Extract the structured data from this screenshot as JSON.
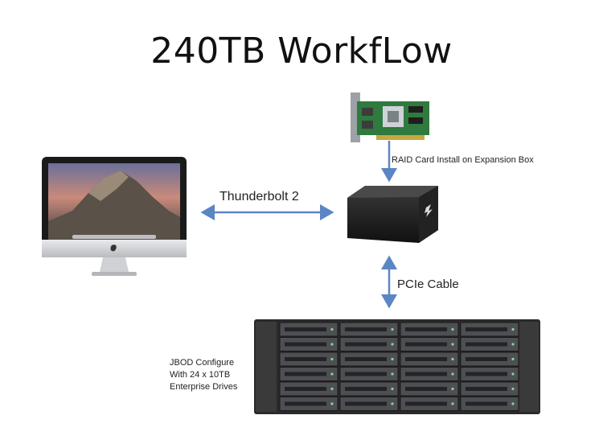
{
  "title": "240TB WorkfLow",
  "labels": {
    "thunderbolt": "Thunderbolt 2",
    "raid_card": "RAID Card Install on Expansion Box",
    "pcie": "PCIe Cable",
    "jbod_line1": "JBOD Configure",
    "jbod_line2": "With 24 x 10TB",
    "jbod_line3": "Enterprise Drives"
  },
  "colors": {
    "arrow": "#5b86c5",
    "pcb": "#2f7a3f",
    "box": "#1b1b1b",
    "chassis": "#2a2a2a"
  },
  "icons": {
    "computer": "imac-icon",
    "card": "raid-card-icon",
    "expansion": "expansion-box-icon",
    "storage": "jbod-chassis-icon"
  }
}
